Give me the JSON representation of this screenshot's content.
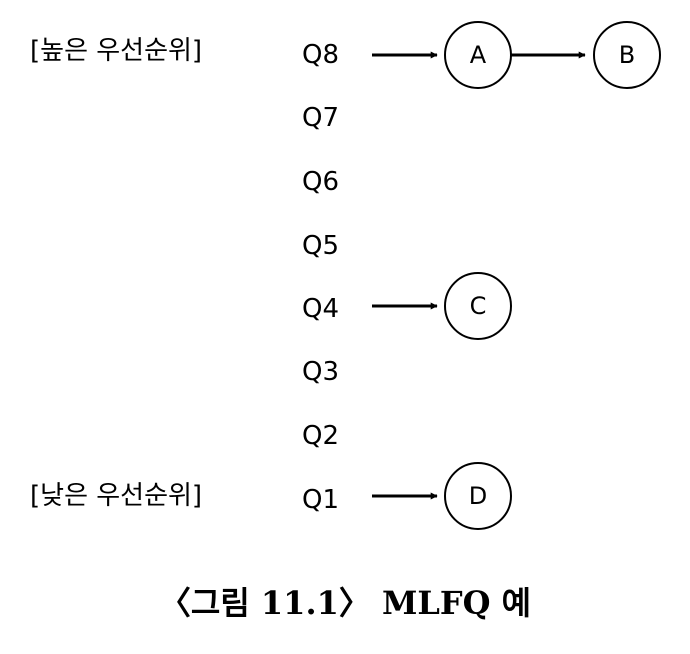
{
  "priority_labels": {
    "high": "[높은 우선순위]",
    "low": "[낮은 우선순위]"
  },
  "queues": [
    "Q8",
    "Q7",
    "Q6",
    "Q5",
    "Q4",
    "Q3",
    "Q2",
    "Q1"
  ],
  "jobs": [
    "A",
    "B",
    "C",
    "D"
  ],
  "caption": "〈그림 11.1〉 MLFQ 예"
}
